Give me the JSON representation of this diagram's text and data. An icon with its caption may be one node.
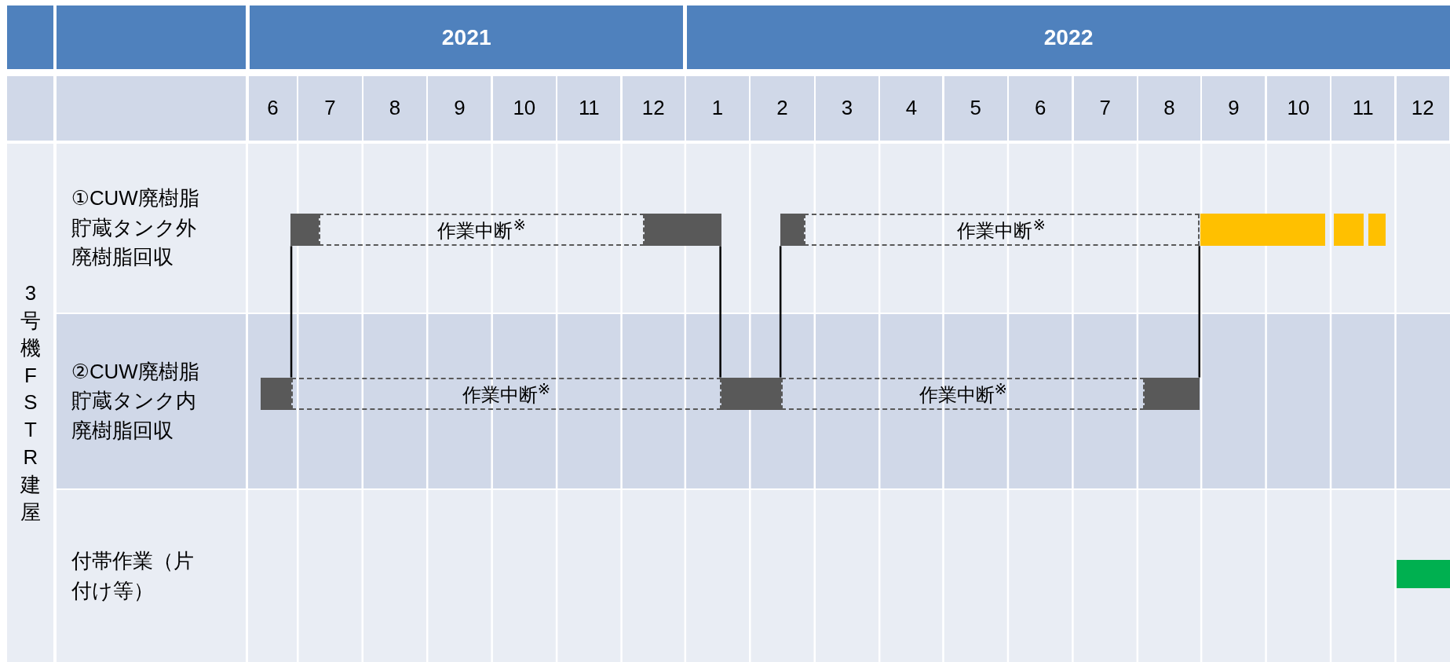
{
  "diagram": {
    "nodes": [
      {
        "text": [],
        "shape": "bar"
      },
      {
        "text": [
          "作業中断$^{※}$"
        ]
      },
      {
        "text": [],
        "shape": "bar"
      },
      {
        "text": [],
        "shape": "bar"
      },
      {
        "text": [
          "作業中断$^{※}$"
        ]
      },
      {
        "text": [],
        "shape": "bar"
      },
      {
        "text": [],
        "shape": "bar"
      },
      {
        "text": [],
        "shape": "bar"
      },
      {
        "text": [],
        "shape": "bar"
      },
      {
        "text": [
          "作業中断$^{※}$"
        ]
      },
      {
        "text": [],
        "shape": "bar"
      },
      {
        "text": [
          "作業中断$^{※}$"
        ]
      },
      {
        "text": [],
        "shape": "bar"
      },
      {
        "text": [],
        "shape": "bar"
      }
    ],
    "edges": [
      {
        "from": 8,
        "to": 0,
        "arrow": "none"
      },
      {
        "from": 2,
        "to": 10,
        "arrow": "none"
      },
      {
        "from": 10,
        "to": 3,
        "arrow": "none"
      },
      {
        "from": 12,
        "to": 5,
        "arrow": "none"
      }
    ],
    "labels": [
      "2021",
      "2022",
      "6",
      "7",
      "8",
      "9",
      "10",
      "11",
      "12",
      "1",
      "2",
      "3",
      "4",
      "5",
      "6",
      "7",
      "8",
      "9",
      "10",
      "11",
      "12",
      "3号機FSTR建屋",
      "①CUW廃樹脂貯蔵タンク外廃樹脂回収",
      "②CUW廃樹脂貯蔵タンク内廃樹脂回収",
      "付帯作業（片付け等）"
    ]
  }
}
